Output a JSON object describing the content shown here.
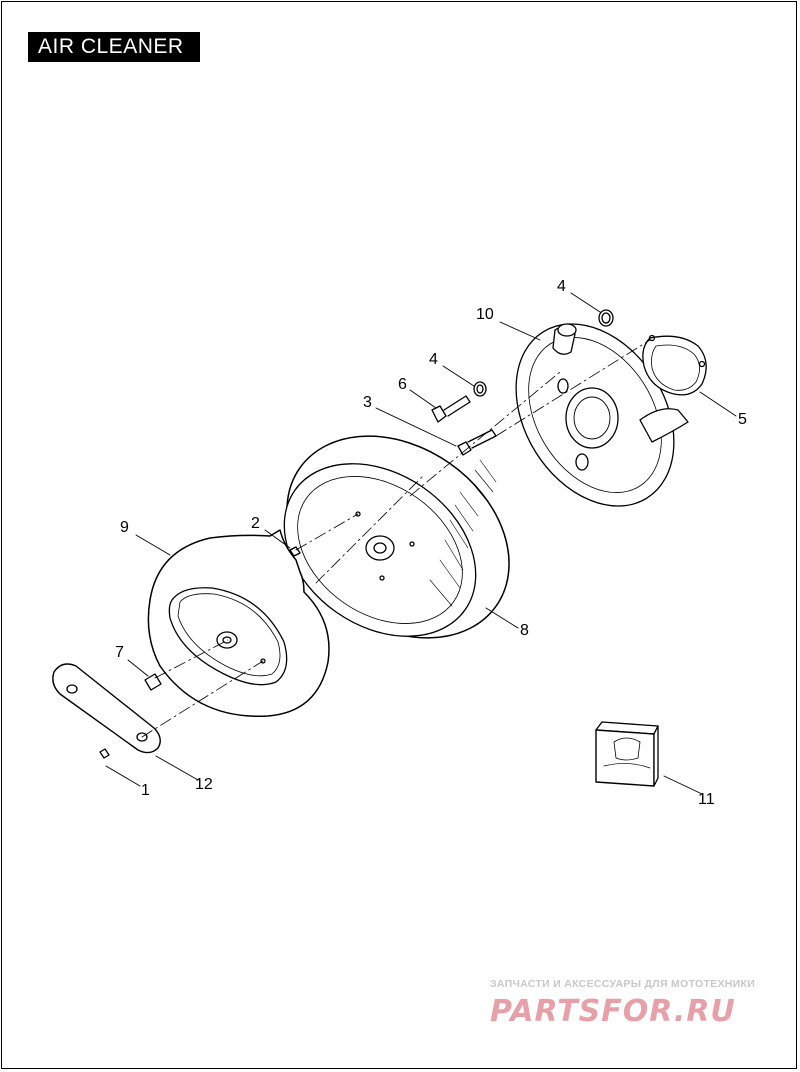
{
  "title": "AIR CLEANER",
  "callouts": [
    {
      "id": "c1",
      "label": "1"
    },
    {
      "id": "c2",
      "label": "2"
    },
    {
      "id": "c3",
      "label": "3"
    },
    {
      "id": "c4a",
      "label": "4"
    },
    {
      "id": "c4b",
      "label": "4"
    },
    {
      "id": "c5",
      "label": "5"
    },
    {
      "id": "c6",
      "label": "6"
    },
    {
      "id": "c7",
      "label": "7"
    },
    {
      "id": "c8",
      "label": "8"
    },
    {
      "id": "c9",
      "label": "9"
    },
    {
      "id": "c10",
      "label": "10"
    },
    {
      "id": "c11",
      "label": "11"
    },
    {
      "id": "c12",
      "label": "12"
    }
  ],
  "watermark": {
    "tagline": "ЗАПЧАСТИ И АКСЕССУАРЫ ДЛЯ МОТОТЕХНИКИ",
    "brand": "PARTSFOR.RU",
    "color": "#e8a0a8"
  }
}
